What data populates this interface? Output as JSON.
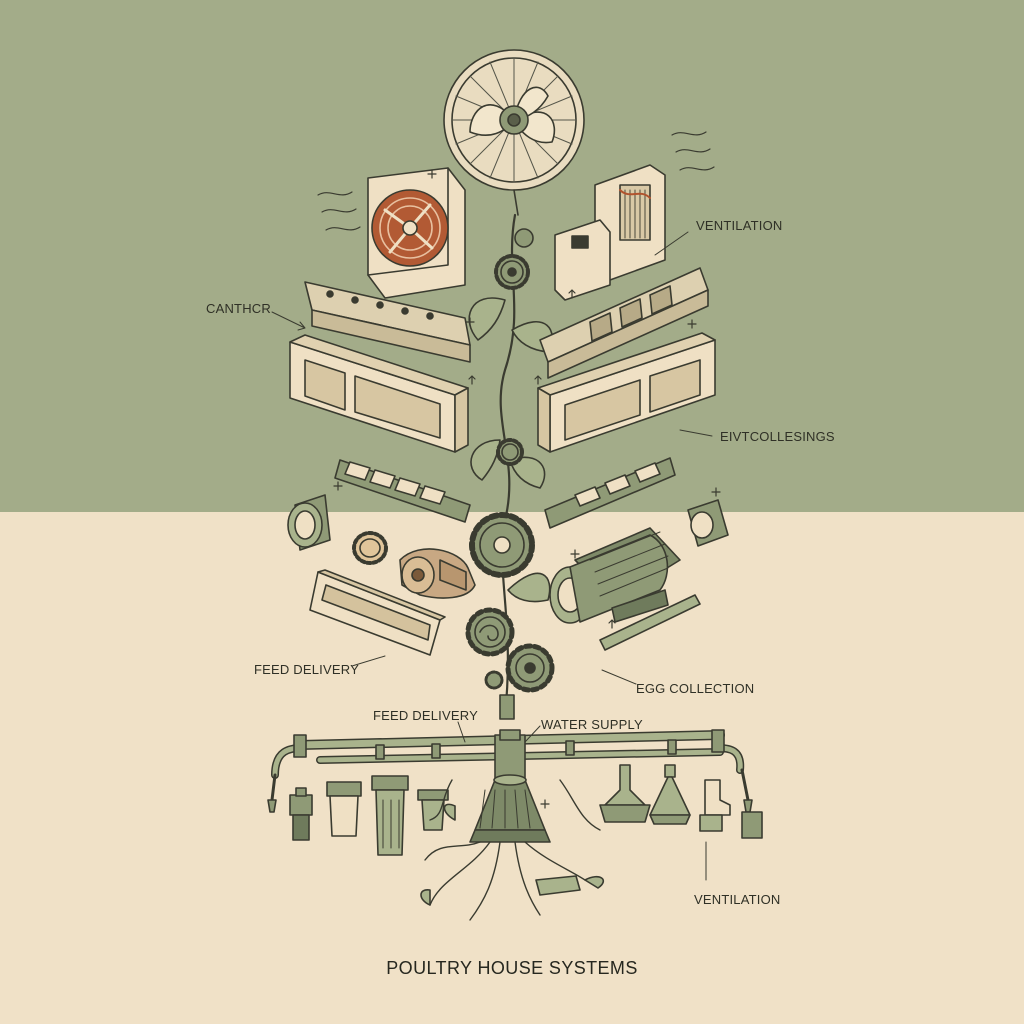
{
  "title": "POULTRY HOUSE SYSTEMS",
  "labels": {
    "ventilation_top": "VENTILATION",
    "canthor": "CANTHCR",
    "egg_collesings": "EIVTCOLLESINGS",
    "feed_delivery_left": "FEED DELIVERY",
    "egg_collection": "EGG COLLECTION",
    "feed_delivery_center": "FEED DELIVERY",
    "water_supply": "WATER SUPPLY",
    "ventilation_bottom": "VENTILATION"
  },
  "colors": {
    "top_background": "#a3ac89",
    "bottom_background": "#f0e1c7",
    "line": "#3a3b30",
    "green_part": "#8f9a76",
    "cream_part": "#efe0c4",
    "copper_accent": "#b0532e"
  }
}
